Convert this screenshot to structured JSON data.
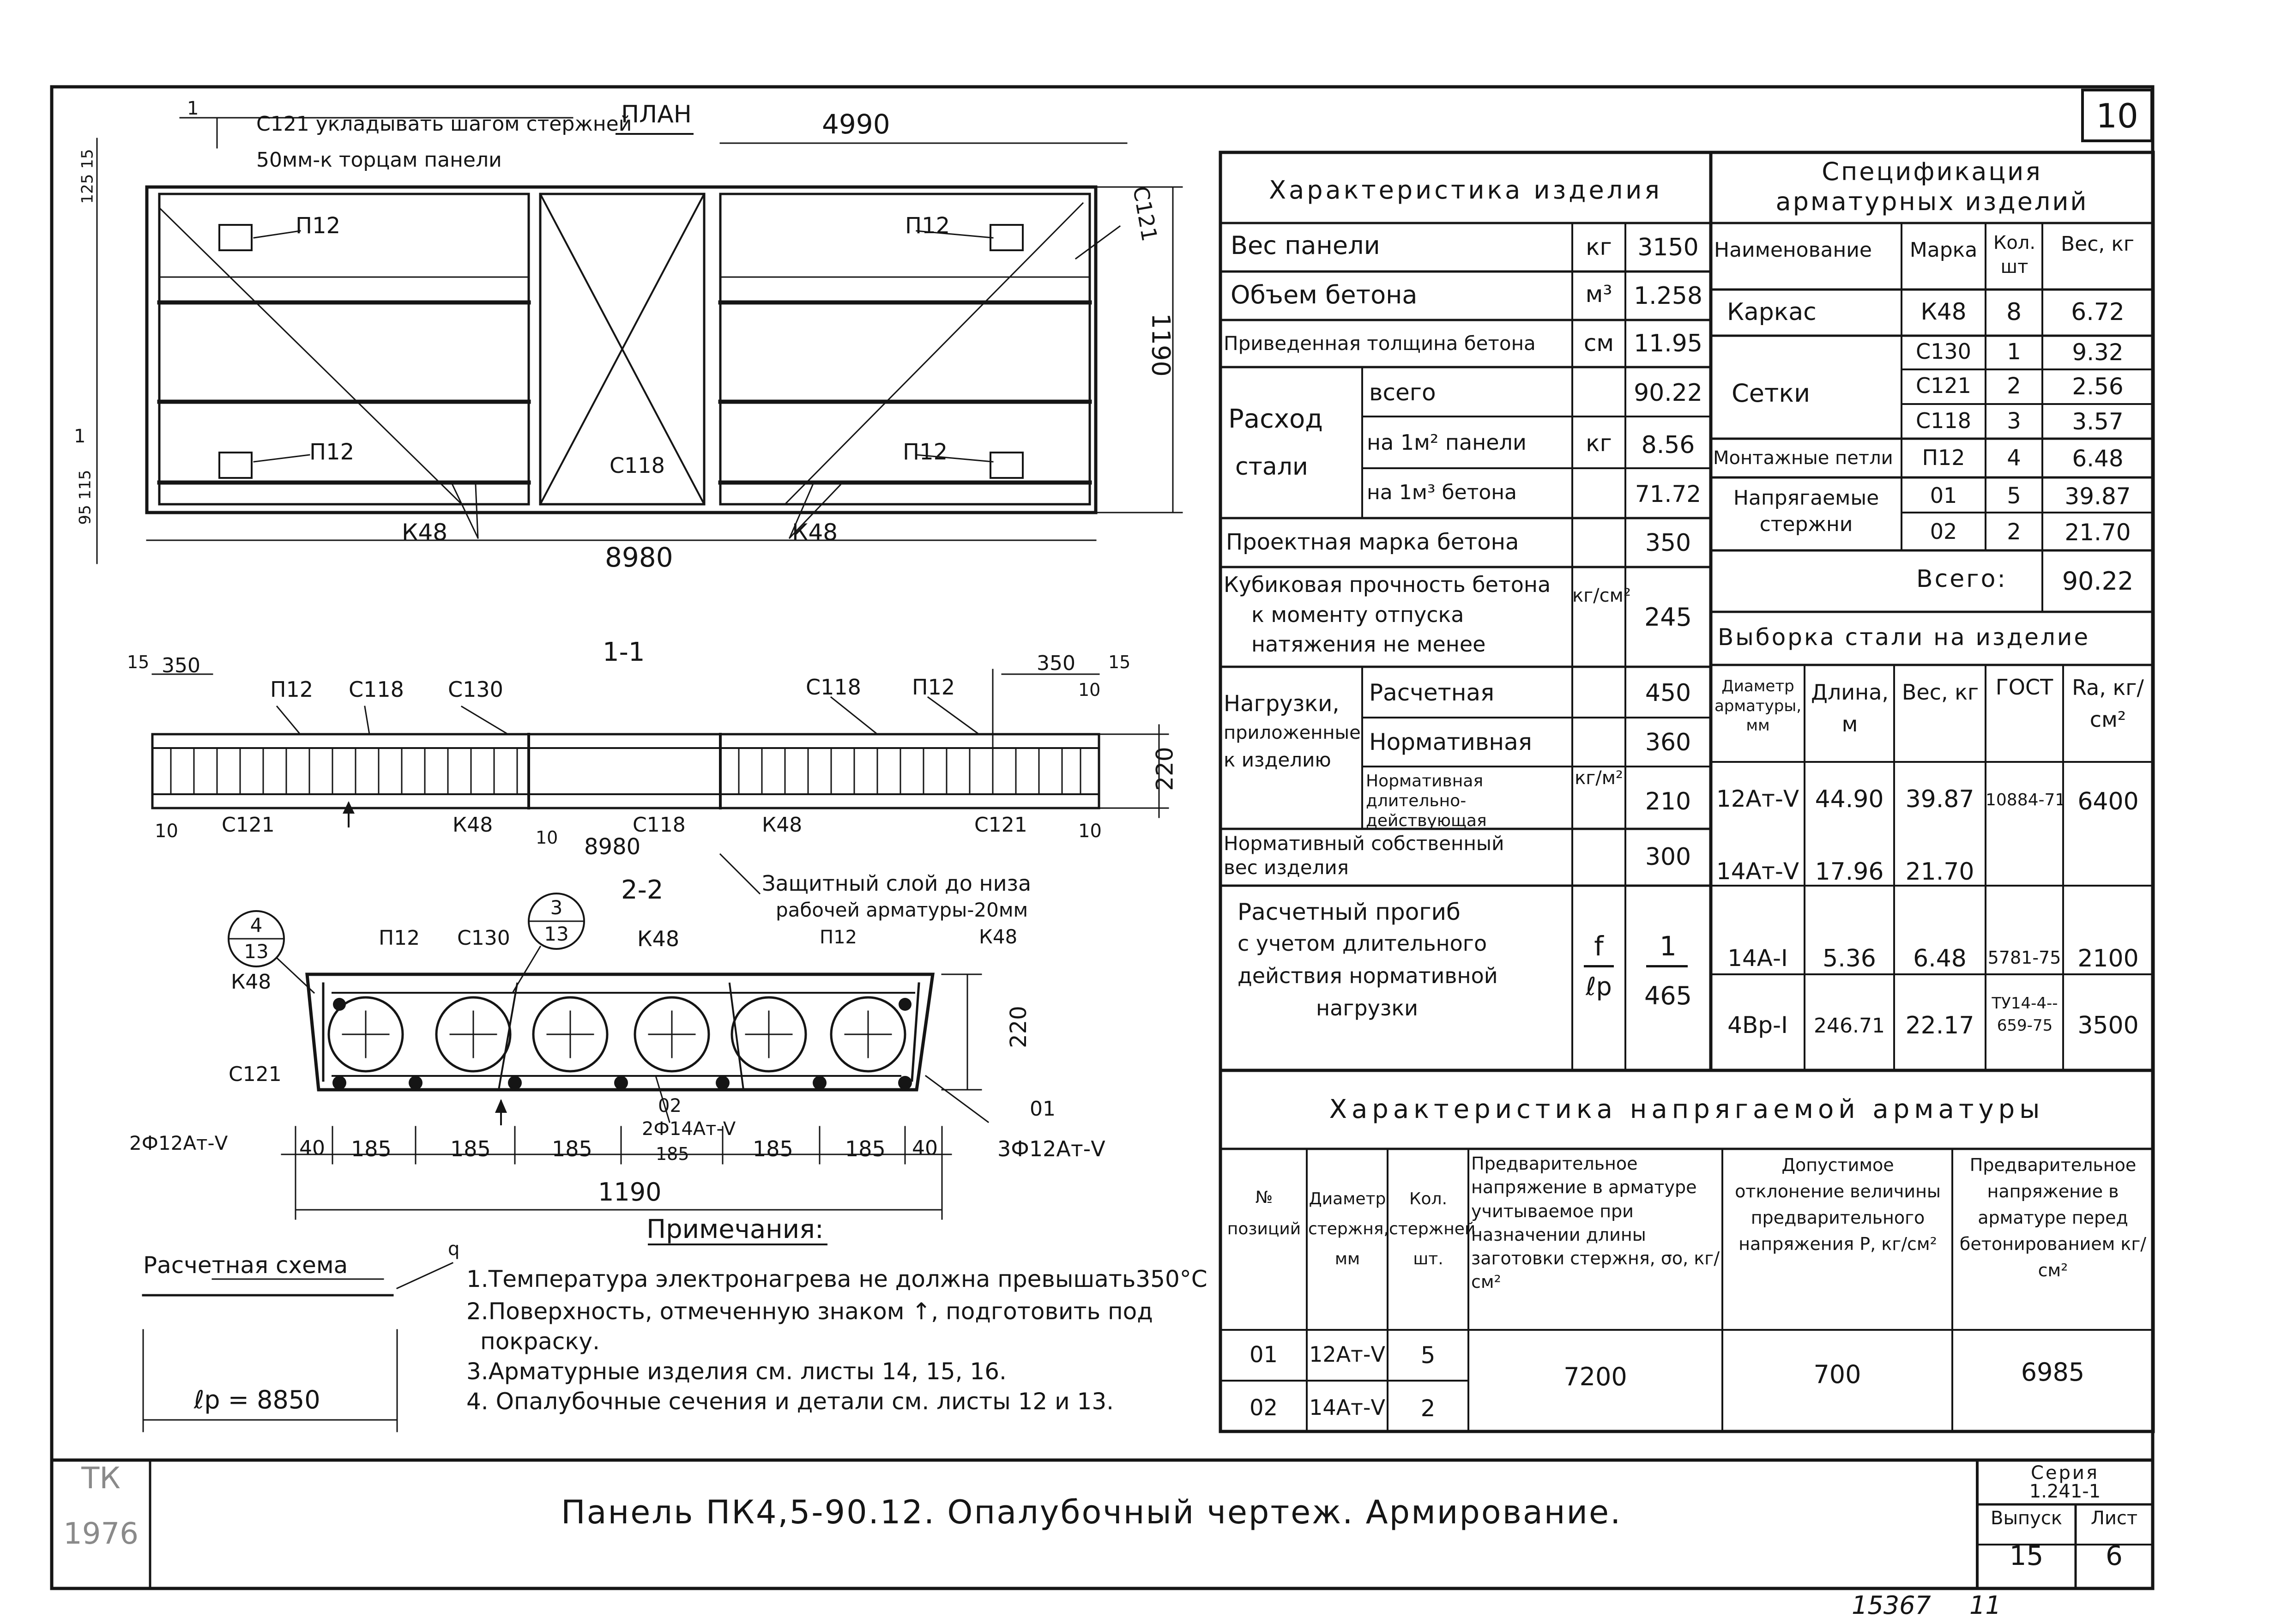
{
  "sheet": {
    "number": "10",
    "title": "Панель ПК4,5-90.12.  Опалубочный чертеж. Армирование.",
    "stamp_org": "ТК",
    "stamp_year": "1976",
    "series_label": "Серия",
    "series_value": "1.241-1",
    "vypusk_label": "Выпуск",
    "vypusk_value": "15",
    "list_label": "Лист",
    "list_value": "6",
    "archive_no": "15367",
    "archive_page": "11"
  },
  "plan": {
    "title": "ПЛАН",
    "note_line1": "С121 укладывать шагом стержней",
    "note_line2": "50мм-к торцам панели",
    "dim_top": "4990",
    "dim_bottom": "8980",
    "dim_height": "1190",
    "dim_side_a": "125 15",
    "dim_side_b": "95 115",
    "labels": {
      "p12_tl": "П12",
      "p12_bl": "П12",
      "p12_tr": "П12",
      "p12_br": "П12",
      "c121": "С121",
      "c118": "С118",
      "k48_a": "К48",
      "k48_b": "К48",
      "marker_a": "1",
      "marker_b": "1"
    }
  },
  "section_11": {
    "title": "1-1",
    "dims": {
      "a": "15",
      "b": "350",
      "c": "350",
      "d": "15",
      "e": "10",
      "h": "220",
      "f": "10",
      "g": "8980",
      "i": "10",
      "j": "10"
    },
    "labels": {
      "p12_a": "П12",
      "c118_a": "С118",
      "c130": "С130",
      "c118_b": "С118",
      "p12_b": "П12",
      "c121_a": "С121",
      "k48_a": "К48",
      "c118_c": "С118",
      "k48_b": "К48",
      "c121_b": "С121"
    },
    "cover_note_line1": "Защитный слой до низа",
    "cover_note_line2": "рабочей арматуры-20мм"
  },
  "section_22": {
    "title": "2-2",
    "labels": {
      "p12_a": "П12",
      "c130": "С130",
      "k48_top": "К48",
      "p12_b": "П12",
      "k48_right": "К48",
      "k48_left": "К48",
      "c121": "С121",
      "pos02": "02",
      "pos01": "01",
      "bars_left": "2Ф12Ат-V",
      "bars_mid": "2Ф14Ат-V",
      "bars_right": "3Ф12Ат-V"
    },
    "callout_left": {
      "top": "4",
      "bottom": "13"
    },
    "callout_mid": {
      "top": "3",
      "bottom": "13"
    },
    "dim_height": "220",
    "dims": [
      "40",
      "185",
      "185",
      "185",
      "185",
      "185",
      "185",
      "40"
    ],
    "dim_total": "1190"
  },
  "calc_scheme": {
    "title": "Расчетная схема",
    "load": "q",
    "span": "ℓр = 8850"
  },
  "notes": {
    "title": "Примечания:",
    "items": [
      "1.Температура электронагрева не должна превышать350°С",
      "2.Поверхность, отмеченную знаком ↑, подготовить под",
      "покраску.",
      "3.Арматурные изделия см. листы 14, 15, 16.",
      "4. Опалубочные сечения и детали см. листы 12 и 13."
    ]
  },
  "characteristics": {
    "title": "Характеристика изделия",
    "rows": [
      {
        "name": "Вес панели",
        "unit": "кг",
        "value": "3150"
      },
      {
        "name": "Объем бетона",
        "unit": "м³",
        "value": "1.258"
      },
      {
        "name": "Приведенная толщина бетона",
        "unit": "см",
        "value": "11.95"
      }
    ],
    "steel": {
      "name_line1": "Расход",
      "name_line2": "стали",
      "unit": "кг",
      "sub": [
        {
          "name": "всего",
          "value": "90.22"
        },
        {
          "name": "на 1м² панели",
          "value": "8.56"
        },
        {
          "name": "на 1м³ бетона",
          "value": "71.72"
        }
      ]
    },
    "grade": {
      "name": "Проектная марка бетона",
      "unit": "",
      "value": "350"
    },
    "cube": {
      "line1": "Кубиковая прочность бетона",
      "line2": "к моменту отпуска",
      "line3": "натяжения не менее",
      "unit": "кг/см²",
      "value": "245"
    },
    "loads": {
      "name_line1": "Нагрузки,",
      "name_line2": "приложенные",
      "name_line3": "к изделию",
      "unit": "кг/м²",
      "sub": [
        {
          "name": "Расчетная",
          "value": "450"
        },
        {
          "name": "Нормативная",
          "value": "360"
        },
        {
          "name": "Нормативная длительно-действующая",
          "value": "210"
        }
      ]
    },
    "own_weight": {
      "line1": "Нормативный собственный",
      "line2": "вес изделия",
      "value": "300"
    },
    "deflection": {
      "line1": "Расчетный прогиб",
      "line2": "с учетом длительного",
      "line3": "действия нормативной",
      "line4": "нагрузки",
      "unit_top": "f",
      "unit_bottom": "ℓр",
      "value_top": "1",
      "value_bottom": "465"
    }
  },
  "specification": {
    "title_line1": "Спецификация",
    "title_line2": "арматурных изделий",
    "headers": [
      "Наименование",
      "Марка",
      "Кол. шт",
      "Вес, кг"
    ],
    "rows": [
      {
        "name": "Каркас",
        "mark": "К48",
        "qty": "8",
        "weight": "6.72"
      },
      {
        "name": "Сетки",
        "mark": "С130",
        "qty": "1",
        "weight": "9.32"
      },
      {
        "name": "",
        "mark": "С121",
        "qty": "2",
        "weight": "2.56"
      },
      {
        "name": "",
        "mark": "С118",
        "qty": "3",
        "weight": "3.57"
      },
      {
        "name": "Монтажные петли",
        "mark": "П12",
        "qty": "4",
        "weight": "6.48"
      },
      {
        "name": "Напрягаемые стержни",
        "mark": "01",
        "qty": "5",
        "weight": "39.87"
      },
      {
        "name": "",
        "mark": "02",
        "qty": "2",
        "weight": "21.70"
      }
    ],
    "total_label": "Всего:",
    "total_value": "90.22"
  },
  "steel_sampling": {
    "title": "Выборка стали на изделие",
    "headers": [
      "Диаметр арматуры, мм",
      "Длина, м",
      "Вес, кг",
      "ГОСТ",
      "Ra, кг/см²"
    ],
    "rows": [
      {
        "dia": "12Ат-V",
        "len": "44.90",
        "weight": "39.87",
        "gost": "10884-71",
        "ra": "6400"
      },
      {
        "dia": "14Ат-V",
        "len": "17.96",
        "weight": "21.70",
        "gost": "",
        "ra": ""
      },
      {
        "dia": "14А-I",
        "len": "5.36",
        "weight": "6.48",
        "gost": "5781-75",
        "ra": "2100"
      },
      {
        "dia": "4Вр-I",
        "len": "246.71",
        "weight": "22.17",
        "gost": "ТУ14-4--659-75",
        "ra": "3500"
      }
    ]
  },
  "prestressed": {
    "title": "Характеристика напрягаемой арматуры",
    "headers": {
      "pos": "№ позиций",
      "dia": "Диаметр стержня, мм",
      "qty": "Кол. стержней шт.",
      "stress": "Предварительное напряжение в арматуре учитываемое при назначении длины заготовки стержня, σо, кг/см²",
      "dev": "Допустимое отклонение величины предварительного напряжения P, кг/см²",
      "before": "Предварительное напряжение в арматуре перед бетонированием кг/см²"
    },
    "rows": [
      {
        "pos": "01",
        "dia": "12Ат-V",
        "qty": "5"
      },
      {
        "pos": "02",
        "dia": "14Ат-V",
        "qty": "2"
      }
    ],
    "stress": "7200",
    "dev": "700",
    "before": "6985"
  }
}
